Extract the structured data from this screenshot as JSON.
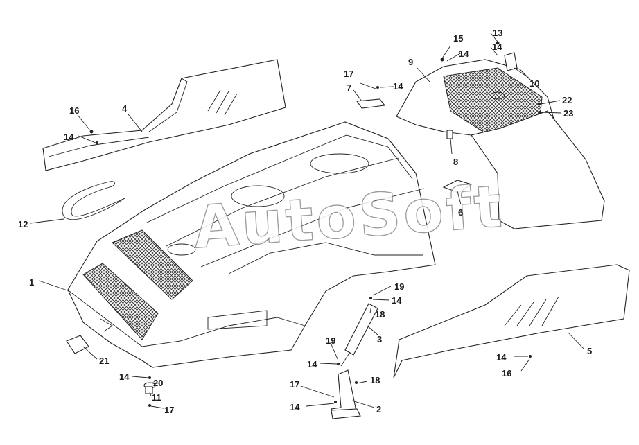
{
  "watermark": "AutoSoft",
  "callouts": [
    "1",
    "2",
    "3",
    "4",
    "5",
    "6",
    "7",
    "8",
    "9",
    "10",
    "11",
    "12",
    "13",
    "14",
    "15",
    "16",
    "17",
    "18",
    "19",
    "20",
    "21",
    "22",
    "23"
  ],
  "colors": {
    "line": "#222222",
    "background": "#ffffff",
    "watermark_stroke": "#8a8a8a"
  }
}
